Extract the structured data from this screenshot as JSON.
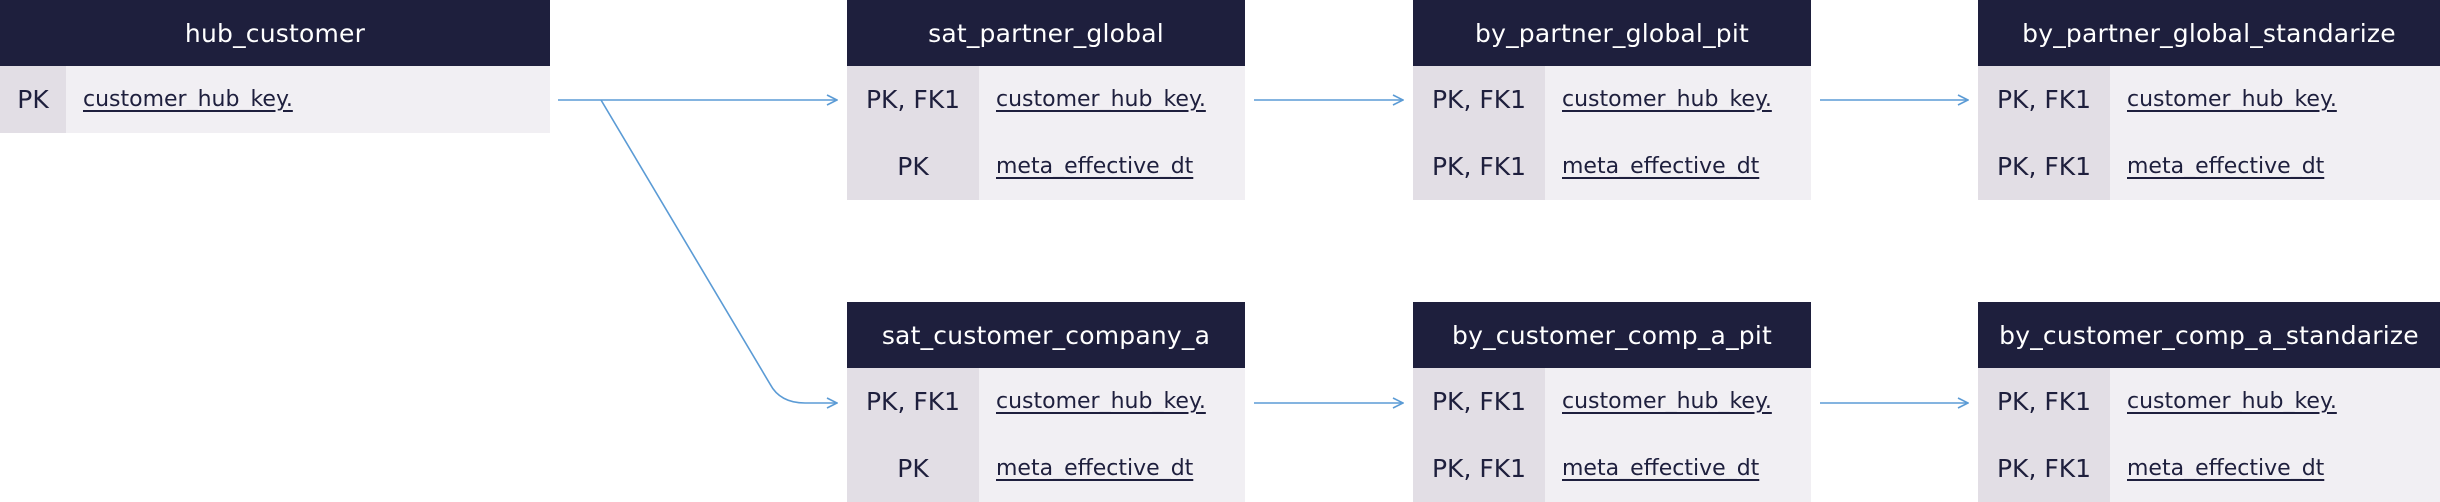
{
  "entities": {
    "hub_customer": {
      "title": "hub_customer",
      "rows": [
        {
          "key": "PK",
          "column": "customer_hub_key."
        }
      ]
    },
    "sat_partner_global": {
      "title": "sat_partner_global",
      "rows": [
        {
          "key": "PK, FK1",
          "column": "customer_hub_key."
        },
        {
          "key": "PK",
          "column": "meta_effective_dt"
        }
      ]
    },
    "by_partner_global_pit": {
      "title": "by_partner_global_pit",
      "rows": [
        {
          "key": "PK, FK1",
          "column": "customer_hub_key."
        },
        {
          "key": "PK, FK1",
          "column": "meta_effective_dt"
        }
      ]
    },
    "by_partner_global_standarize": {
      "title": "by_partner_global_standarize",
      "rows": [
        {
          "key": "PK, FK1",
          "column": "customer_hub_key."
        },
        {
          "key": "PK, FK1",
          "column": "meta_effective_dt"
        }
      ]
    },
    "sat_customer_company_a": {
      "title": "sat_customer_company_a",
      "rows": [
        {
          "key": "PK, FK1",
          "column": "customer_hub_key."
        },
        {
          "key": "PK",
          "column": "meta_effective_dt"
        }
      ]
    },
    "by_customer_comp_a_pit": {
      "title": "by_customer_comp_a_pit",
      "rows": [
        {
          "key": "PK, FK1",
          "column": "customer_hub_key."
        },
        {
          "key": "PK, FK1",
          "column": "meta_effective_dt"
        }
      ]
    },
    "by_customer_comp_a_standarize": {
      "title": "by_customer_comp_a_standarize",
      "rows": [
        {
          "key": "PK, FK1",
          "column": "customer_hub_key."
        },
        {
          "key": "PK, FK1",
          "column": "meta_effective_dt"
        }
      ]
    }
  },
  "relationships": [
    {
      "from": "hub_customer",
      "to": "sat_partner_global"
    },
    {
      "from": "hub_customer",
      "to": "sat_customer_company_a"
    },
    {
      "from": "sat_partner_global",
      "to": "by_partner_global_pit"
    },
    {
      "from": "by_partner_global_pit",
      "to": "by_partner_global_standarize"
    },
    {
      "from": "sat_customer_company_a",
      "to": "by_customer_comp_a_pit"
    },
    {
      "from": "by_customer_comp_a_pit",
      "to": "by_customer_comp_a_standarize"
    }
  ],
  "colors": {
    "header_bg": "#1e1f3d",
    "key_bg": "#e2dee5",
    "column_bg": "#f1eff3",
    "connector": "#5b9bd5"
  }
}
